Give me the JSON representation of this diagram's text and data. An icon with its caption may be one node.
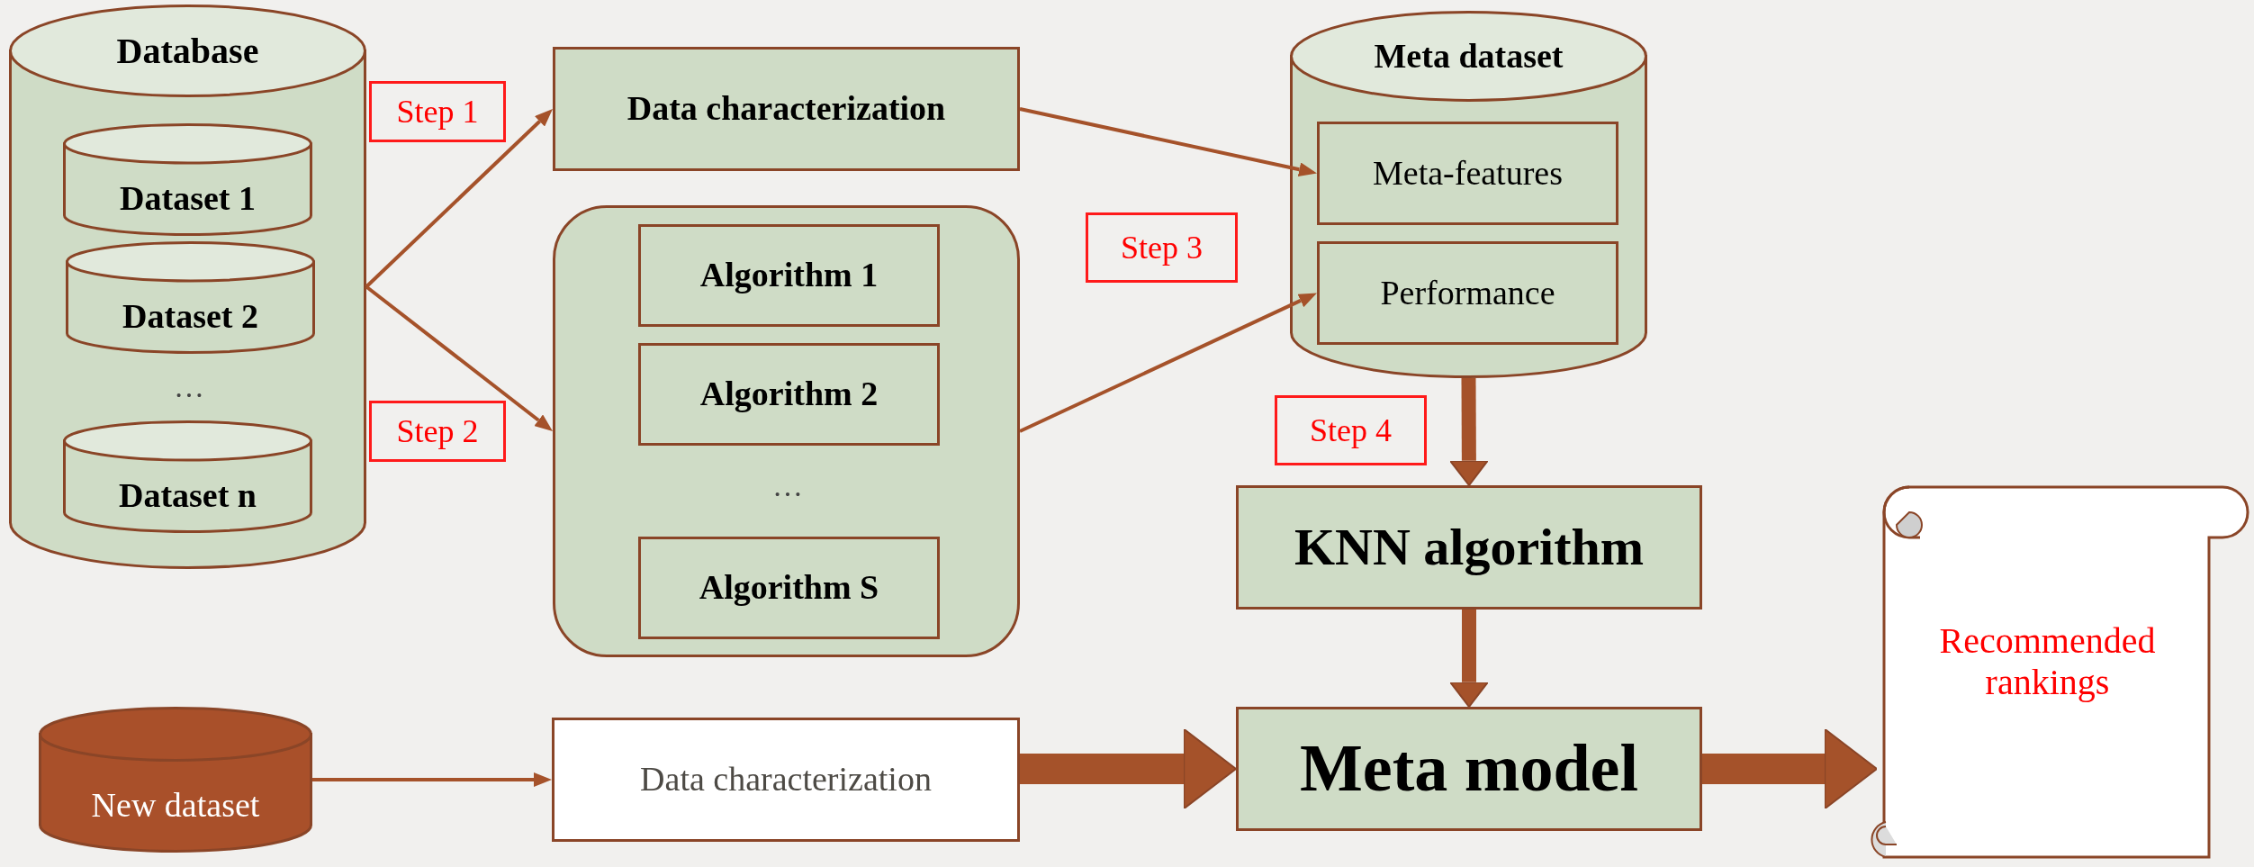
{
  "diagram": {
    "nodes": [
      {
        "text": [
          "Database"
        ]
      },
      {
        "text": [
          "Dataset 1"
        ],
        "in": 0
      },
      {
        "text": [
          "Dataset 2"
        ],
        "in": 0
      },
      {
        "text": [
          "Dataset n"
        ],
        "in": 0
      },
      {
        "text": [
          "Data characterization"
        ]
      },
      {
        "text": [],
        "shape": "box"
      },
      {
        "text": [
          "Algorithm 1"
        ],
        "in": 5
      },
      {
        "text": [
          "Algorithm 2"
        ],
        "in": 5
      },
      {
        "text": [
          "Algorithm S"
        ],
        "in": 5
      },
      {
        "text": [
          "Meta dataset"
        ]
      },
      {
        "text": [
          "Meta-features"
        ],
        "in": 9
      },
      {
        "text": [
          "Performance"
        ],
        "in": 9
      },
      {
        "text": [
          "KNN algorithm"
        ]
      },
      {
        "text": [
          "New dataset"
        ]
      },
      {
        "text": [
          "Data characterization"
        ]
      },
      {
        "text": [
          "Meta model"
        ]
      },
      {
        "text": [
          "Recommended rankings"
        ]
      }
    ],
    "edges": [
      {
        "from": 0,
        "to": 4,
        "arrow": "to"
      },
      {
        "from": 0,
        "to": 5,
        "arrow": "to"
      },
      {
        "from": 4,
        "to": 10,
        "arrow": "to"
      },
      {
        "from": 5,
        "to": 11,
        "arrow": "to"
      },
      {
        "from": 9,
        "to": 12,
        "arrow": "to",
        "style": "thick"
      },
      {
        "from": 12,
        "to": 15,
        "arrow": "to",
        "style": "thick"
      },
      {
        "from": 13,
        "to": 14,
        "arrow": "to"
      },
      {
        "from": 14,
        "to": 15,
        "arrow": "to",
        "style": "thick"
      },
      {
        "from": 15,
        "to": 16,
        "arrow": "to",
        "style": "thick"
      }
    ],
    "labels": [
      "…",
      "…",
      "Step 1",
      "Step 2",
      "Step 3",
      "Step 4"
    ]
  }
}
